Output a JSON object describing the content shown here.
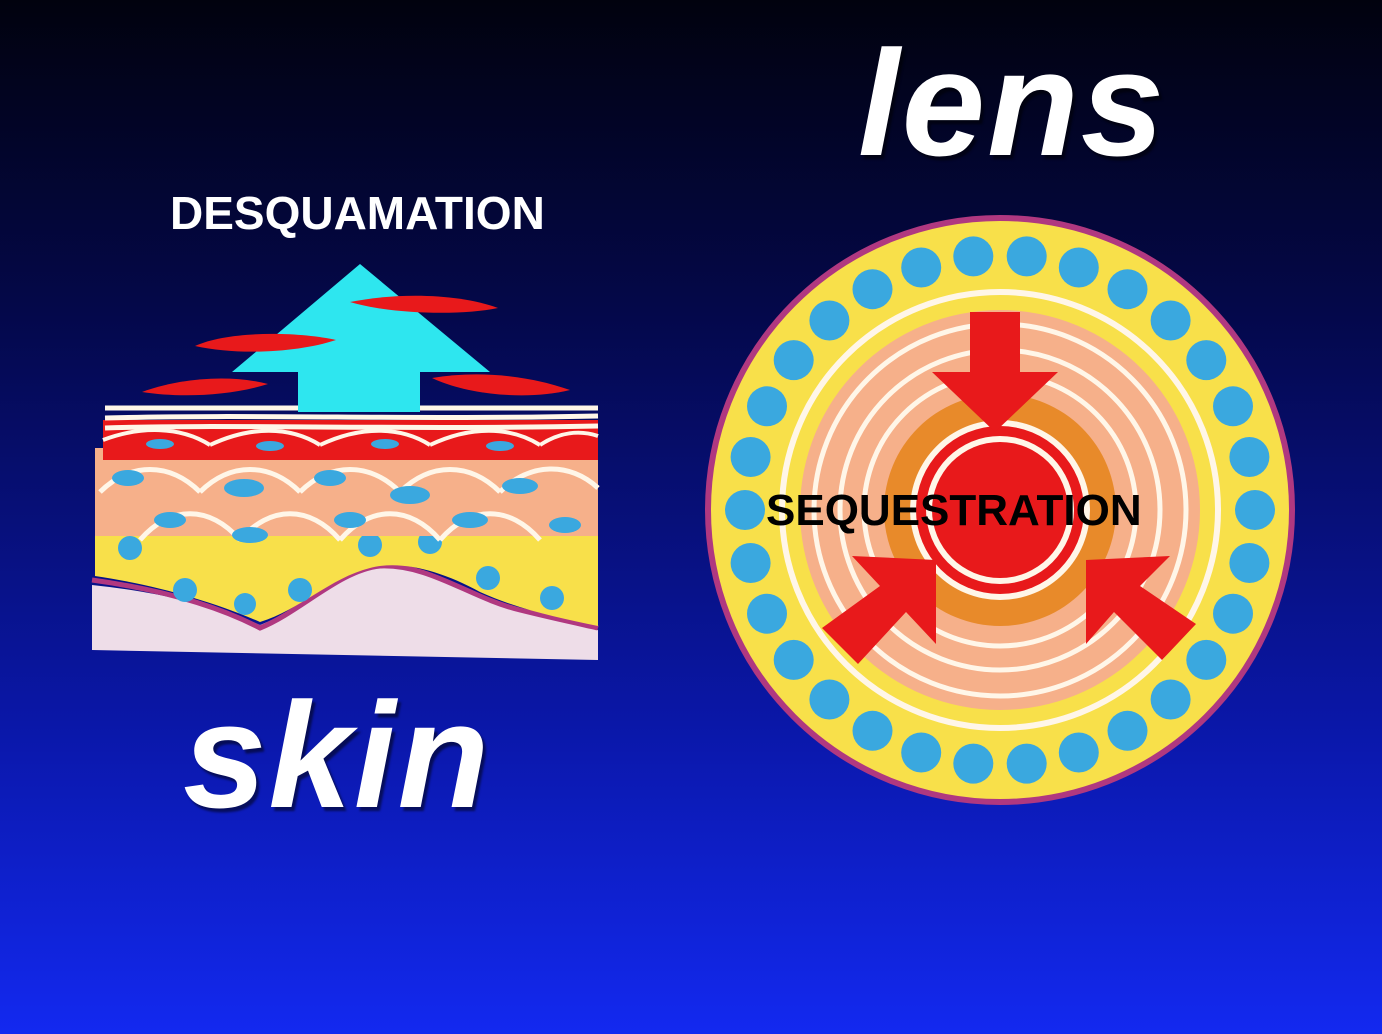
{
  "titles": {
    "lens": "lens",
    "skin": "skin"
  },
  "labels": {
    "desquamation": "DESQUAMATION",
    "sequestration": "SEQUESTRATION"
  },
  "colors": {
    "background_top": "#01020e",
    "background_bottom": "#1329f0",
    "arrow_cyan": "#2ee6ef",
    "red": "#e8191b",
    "yellow": "#f8e04a",
    "blue_cell": "#3aa8df",
    "peach": "#f6b08a",
    "orange": "#e88a2a",
    "pink_base": "#eedde8",
    "purple_border": "#b03880"
  }
}
